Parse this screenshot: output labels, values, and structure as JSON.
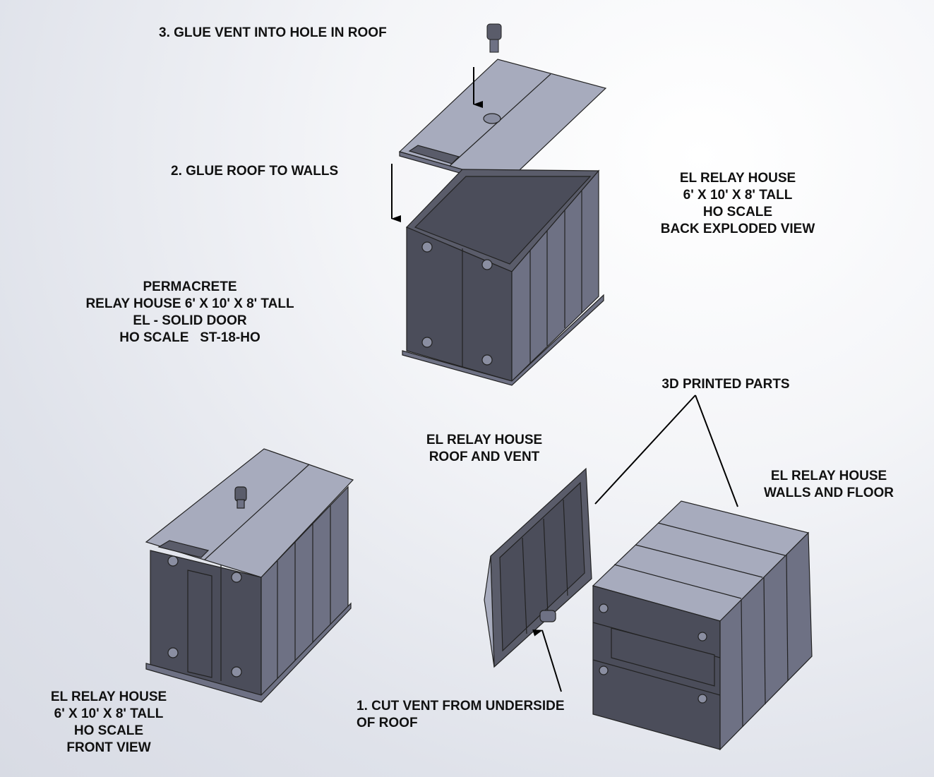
{
  "steps": {
    "step3": "3.  GLUE VENT INTO HOLE IN ROOF",
    "step2": "2.  GLUE ROOF TO WALLS",
    "step1_line1": "1. CUT VENT FROM UNDERSIDE",
    "step1_line2": "OF ROOF"
  },
  "back_view_label": [
    "EL RELAY HOUSE",
    "6' X 10' X 8' TALL",
    "HO SCALE",
    "BACK EXPLODED VIEW"
  ],
  "product_label": [
    "PERMACRETE",
    "RELAY HOUSE 6' X 10' X 8' TALL",
    "EL - SOLID DOOR",
    "HO SCALE   ST-18-HO"
  ],
  "printed_parts_label": "3D PRINTED PARTS",
  "roof_vent_label": [
    "EL RELAY HOUSE",
    "ROOF AND VENT"
  ],
  "walls_floor_label": [
    "EL RELAY HOUSE",
    "WALLS AND FLOOR"
  ],
  "front_view_label": [
    "EL RELAY HOUSE",
    "6' X 10' X 8' TALL",
    "HO SCALE",
    "FRONT VIEW"
  ],
  "colors": {
    "part_dark": "#4b4d5a",
    "part_mid": "#6e7184",
    "part_light": "#a7abbd",
    "text": "#111111"
  }
}
